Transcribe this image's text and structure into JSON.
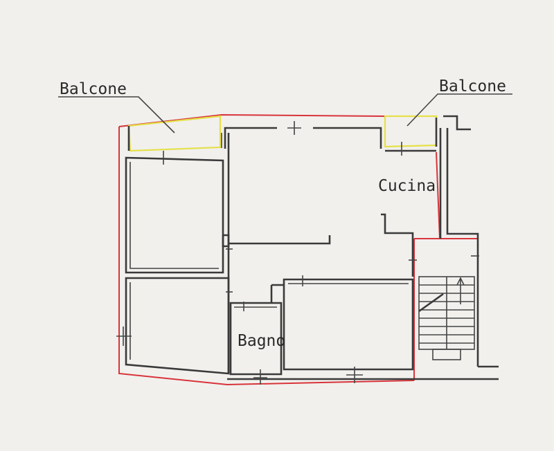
{
  "labels": {
    "balcony_left": "Balcone",
    "balcony_right": "Balcone",
    "kitchen": "Cucina",
    "bathroom": "Bagno"
  },
  "colors": {
    "paper": "#f1f0ed",
    "wall": "#3a3a3a",
    "perimeter": "#d8333a",
    "balcony_outline": "#e5e04a"
  }
}
